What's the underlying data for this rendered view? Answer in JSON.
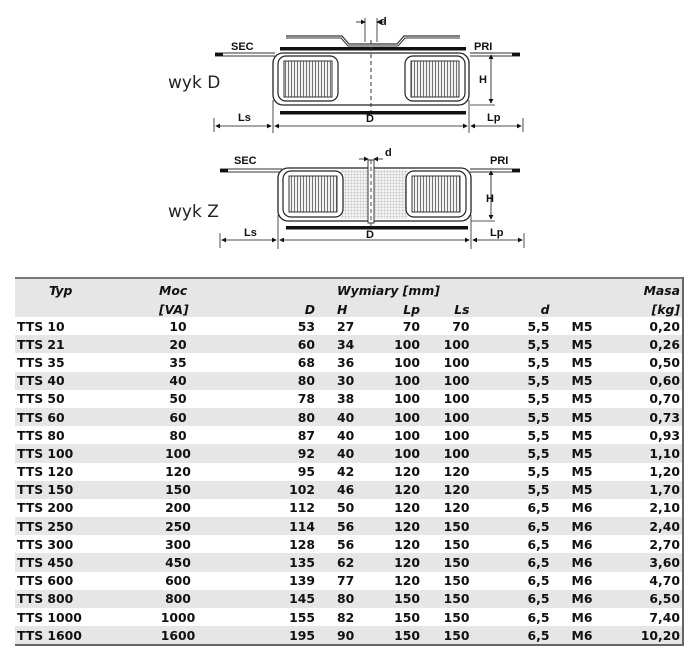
{
  "diagrams": [
    {
      "label": "wyk D",
      "sec_label": "SEC",
      "pri_label": "PRI",
      "dimensions": {
        "d": "d",
        "H": "H",
        "D": "D",
        "Ls": "Ls",
        "Lp": "Lp"
      }
    },
    {
      "label": "wyk Z",
      "sec_label": "SEC",
      "pri_label": "PRI",
      "dimensions": {
        "d": "d",
        "H": "H",
        "D": "D",
        "Ls": "Ls",
        "Lp": "Lp"
      }
    }
  ],
  "table": {
    "header_row1": {
      "typ": "Typ",
      "moc": "Moc",
      "wymiary": "Wymiary  [mm]",
      "masa": "Masa"
    },
    "header_row2": {
      "moc_unit": "[VA]",
      "D": "D",
      "H": "H",
      "Lp": "Lp",
      "Ls": "Ls",
      "d": "d",
      "masa_unit": "[kg]"
    },
    "rows": [
      {
        "typ": "TTS  10",
        "moc": "10",
        "D": "53",
        "H": "27",
        "Lp": "70",
        "Ls": "70",
        "d": "5,5",
        "m": "M5",
        "masa": "0,20"
      },
      {
        "typ": "TTS  21",
        "moc": "20",
        "D": "60",
        "H": "34",
        "Lp": "100",
        "Ls": "100",
        "d": "5,5",
        "m": "M5",
        "masa": "0,26"
      },
      {
        "typ": "TTS  35",
        "moc": "35",
        "D": "68",
        "H": "36",
        "Lp": "100",
        "Ls": "100",
        "d": "5,5",
        "m": "M5",
        "masa": "0,50"
      },
      {
        "typ": "TTS  40",
        "moc": "40",
        "D": "80",
        "H": "30",
        "Lp": "100",
        "Ls": "100",
        "d": "5,5",
        "m": "M5",
        "masa": "0,60"
      },
      {
        "typ": "TTS  50",
        "moc": "50",
        "D": "78",
        "H": "38",
        "Lp": "100",
        "Ls": "100",
        "d": "5,5",
        "m": "M5",
        "masa": "0,70"
      },
      {
        "typ": "TTS  60",
        "moc": "60",
        "D": "80",
        "H": "40",
        "Lp": "100",
        "Ls": "100",
        "d": "5,5",
        "m": "M5",
        "masa": "0,73"
      },
      {
        "typ": "TTS  80",
        "moc": "80",
        "D": "87",
        "H": "40",
        "Lp": "100",
        "Ls": "100",
        "d": "5,5",
        "m": "M5",
        "masa": "0,93"
      },
      {
        "typ": "TTS 100",
        "moc": "100",
        "D": "92",
        "H": "40",
        "Lp": "100",
        "Ls": "100",
        "d": "5,5",
        "m": "M5",
        "masa": "1,10"
      },
      {
        "typ": "TTS 120",
        "moc": "120",
        "D": "95",
        "H": "42",
        "Lp": "120",
        "Ls": "120",
        "d": "5,5",
        "m": "M5",
        "masa": "1,20"
      },
      {
        "typ": "TTS 150",
        "moc": "150",
        "D": "102",
        "H": "46",
        "Lp": "120",
        "Ls": "120",
        "d": "5,5",
        "m": "M5",
        "masa": "1,70"
      },
      {
        "typ": "TTS 200",
        "moc": "200",
        "D": "112",
        "H": "50",
        "Lp": "120",
        "Ls": "120",
        "d": "6,5",
        "m": "M6",
        "masa": "2,10"
      },
      {
        "typ": "TTS 250",
        "moc": "250",
        "D": "114",
        "H": "56",
        "Lp": "120",
        "Ls": "150",
        "d": "6,5",
        "m": "M6",
        "masa": "2,40"
      },
      {
        "typ": "TTS 300",
        "moc": "300",
        "D": "128",
        "H": "56",
        "Lp": "120",
        "Ls": "150",
        "d": "6,5",
        "m": "M6",
        "masa": "2,70"
      },
      {
        "typ": "TTS 450",
        "moc": "450",
        "D": "135",
        "H": "62",
        "Lp": "120",
        "Ls": "150",
        "d": "6,5",
        "m": "M6",
        "masa": "3,60"
      },
      {
        "typ": "TTS 600",
        "moc": "600",
        "D": "139",
        "H": "77",
        "Lp": "120",
        "Ls": "150",
        "d": "6,5",
        "m": "M6",
        "masa": "4,70"
      },
      {
        "typ": "TTS 800",
        "moc": "800",
        "D": "145",
        "H": "80",
        "Lp": "150",
        "Ls": "150",
        "d": "6,5",
        "m": "M6",
        "masa": "6,50"
      },
      {
        "typ": "TTS 1000",
        "moc": "1000",
        "D": "155",
        "H": "82",
        "Lp": "150",
        "Ls": "150",
        "d": "6,5",
        "m": "M6",
        "masa": "7,40"
      },
      {
        "typ": "TTS 1600",
        "moc": "1600",
        "D": "195",
        "H": "90",
        "Lp": "150",
        "Ls": "150",
        "d": "6,5",
        "m": "M6",
        "masa": "10,20"
      }
    ]
  }
}
